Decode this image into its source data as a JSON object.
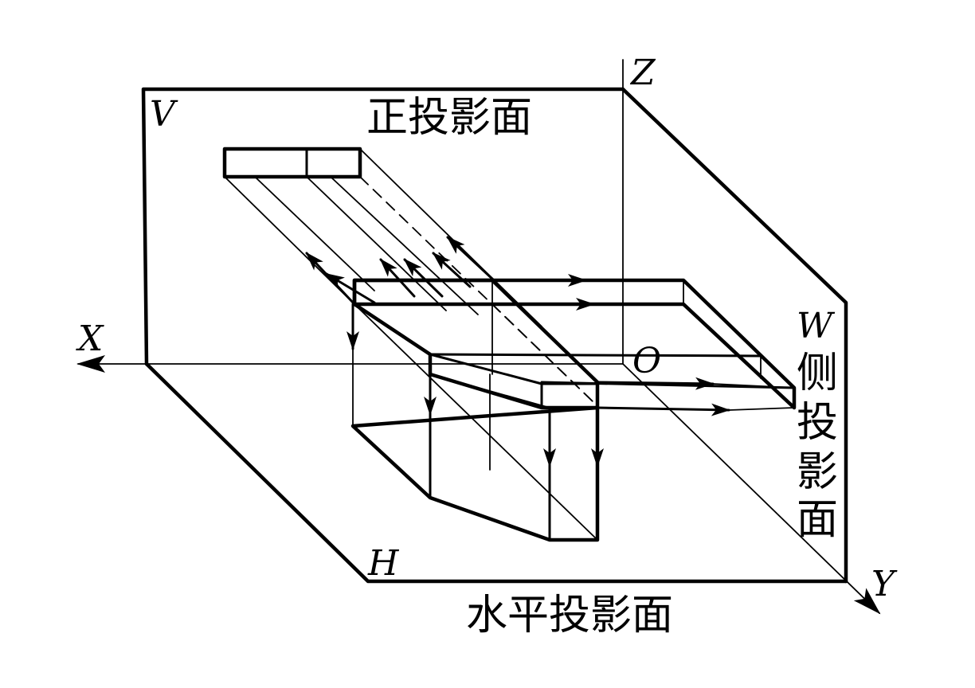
{
  "axes": {
    "x": "X",
    "y": "Y",
    "z": "Z",
    "origin": "O"
  },
  "planes": {
    "v": {
      "letter": "V",
      "name": "正投影面"
    },
    "h": {
      "letter": "H",
      "name": "水平投影面"
    },
    "w": {
      "letter": "W",
      "chars": [
        "侧",
        "投",
        "影",
        "面"
      ]
    }
  },
  "colors": {
    "ink": "#000000",
    "paper": "#ffffff"
  }
}
